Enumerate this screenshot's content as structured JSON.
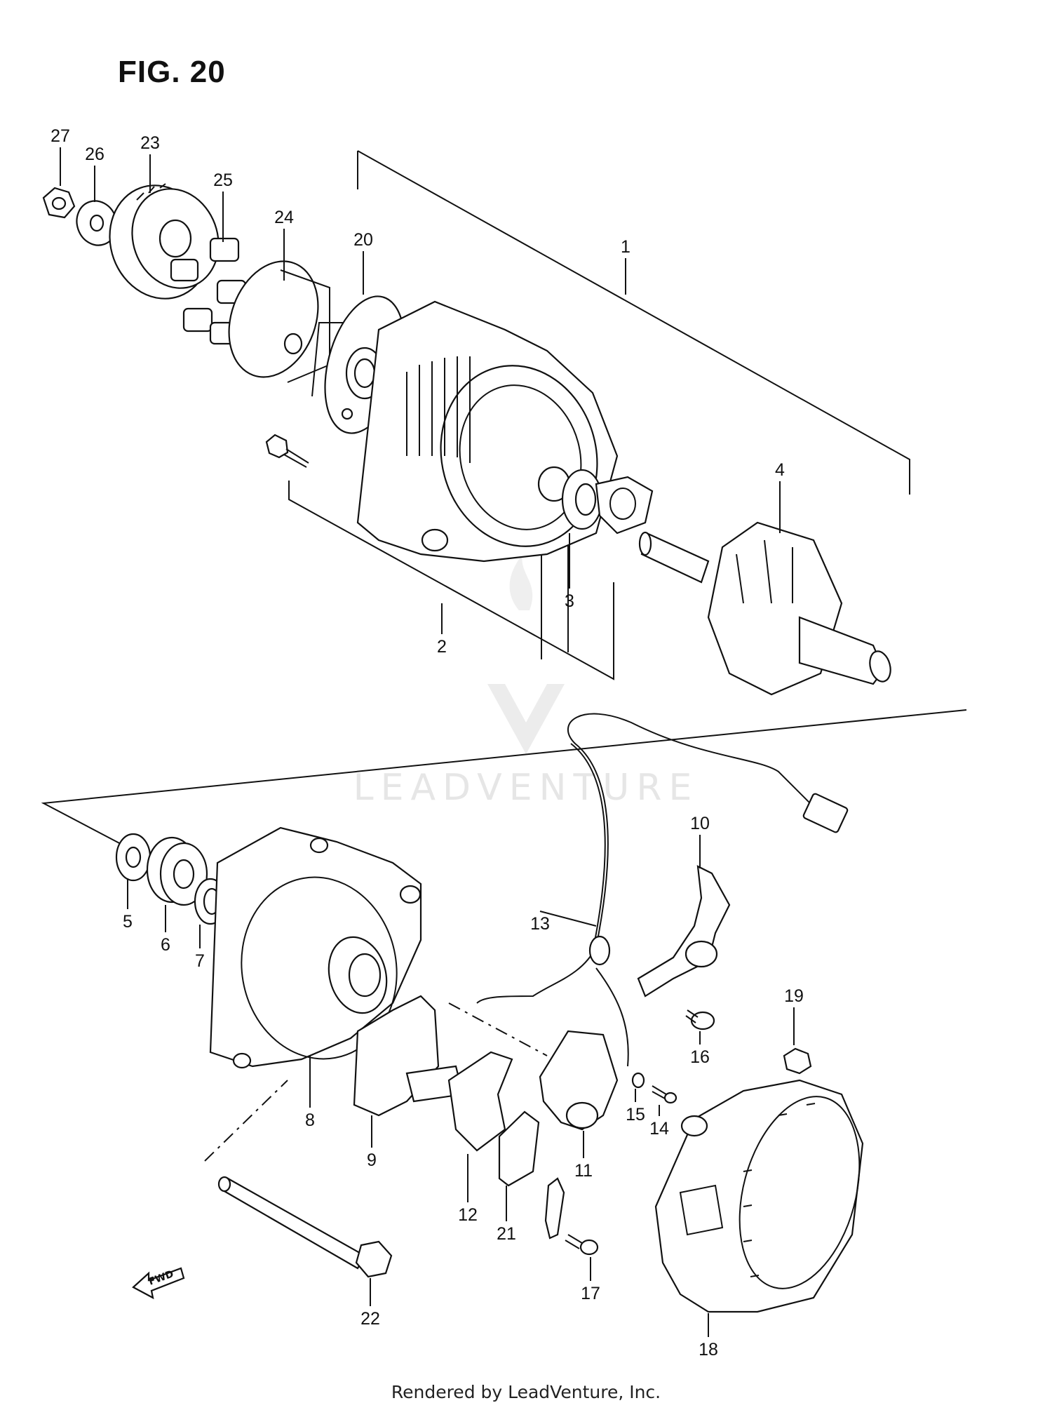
{
  "figure": {
    "title": "FIG. 20",
    "footer": "Rendered by LeadVenture, Inc.",
    "watermark": "LEADVENTURE",
    "fwd_label": "FWD"
  },
  "callouts": [
    {
      "id": "27",
      "label": "27"
    },
    {
      "id": "26",
      "label": "26"
    },
    {
      "id": "23",
      "label": "23"
    },
    {
      "id": "25",
      "label": "25"
    },
    {
      "id": "24",
      "label": "24"
    },
    {
      "id": "20",
      "label": "20"
    },
    {
      "id": "1",
      "label": "1"
    },
    {
      "id": "4",
      "label": "4"
    },
    {
      "id": "3",
      "label": "3"
    },
    {
      "id": "2",
      "label": "2"
    },
    {
      "id": "10",
      "label": "10"
    },
    {
      "id": "13",
      "label": "13"
    },
    {
      "id": "5",
      "label": "5"
    },
    {
      "id": "6",
      "label": "6"
    },
    {
      "id": "7",
      "label": "7"
    },
    {
      "id": "19",
      "label": "19"
    },
    {
      "id": "16",
      "label": "16"
    },
    {
      "id": "8",
      "label": "8"
    },
    {
      "id": "15",
      "label": "15"
    },
    {
      "id": "14",
      "label": "14"
    },
    {
      "id": "9",
      "label": "9"
    },
    {
      "id": "11",
      "label": "11"
    },
    {
      "id": "12",
      "label": "12"
    },
    {
      "id": "21",
      "label": "21"
    },
    {
      "id": "17",
      "label": "17"
    },
    {
      "id": "22",
      "label": "22"
    },
    {
      "id": "18",
      "label": "18"
    }
  ]
}
